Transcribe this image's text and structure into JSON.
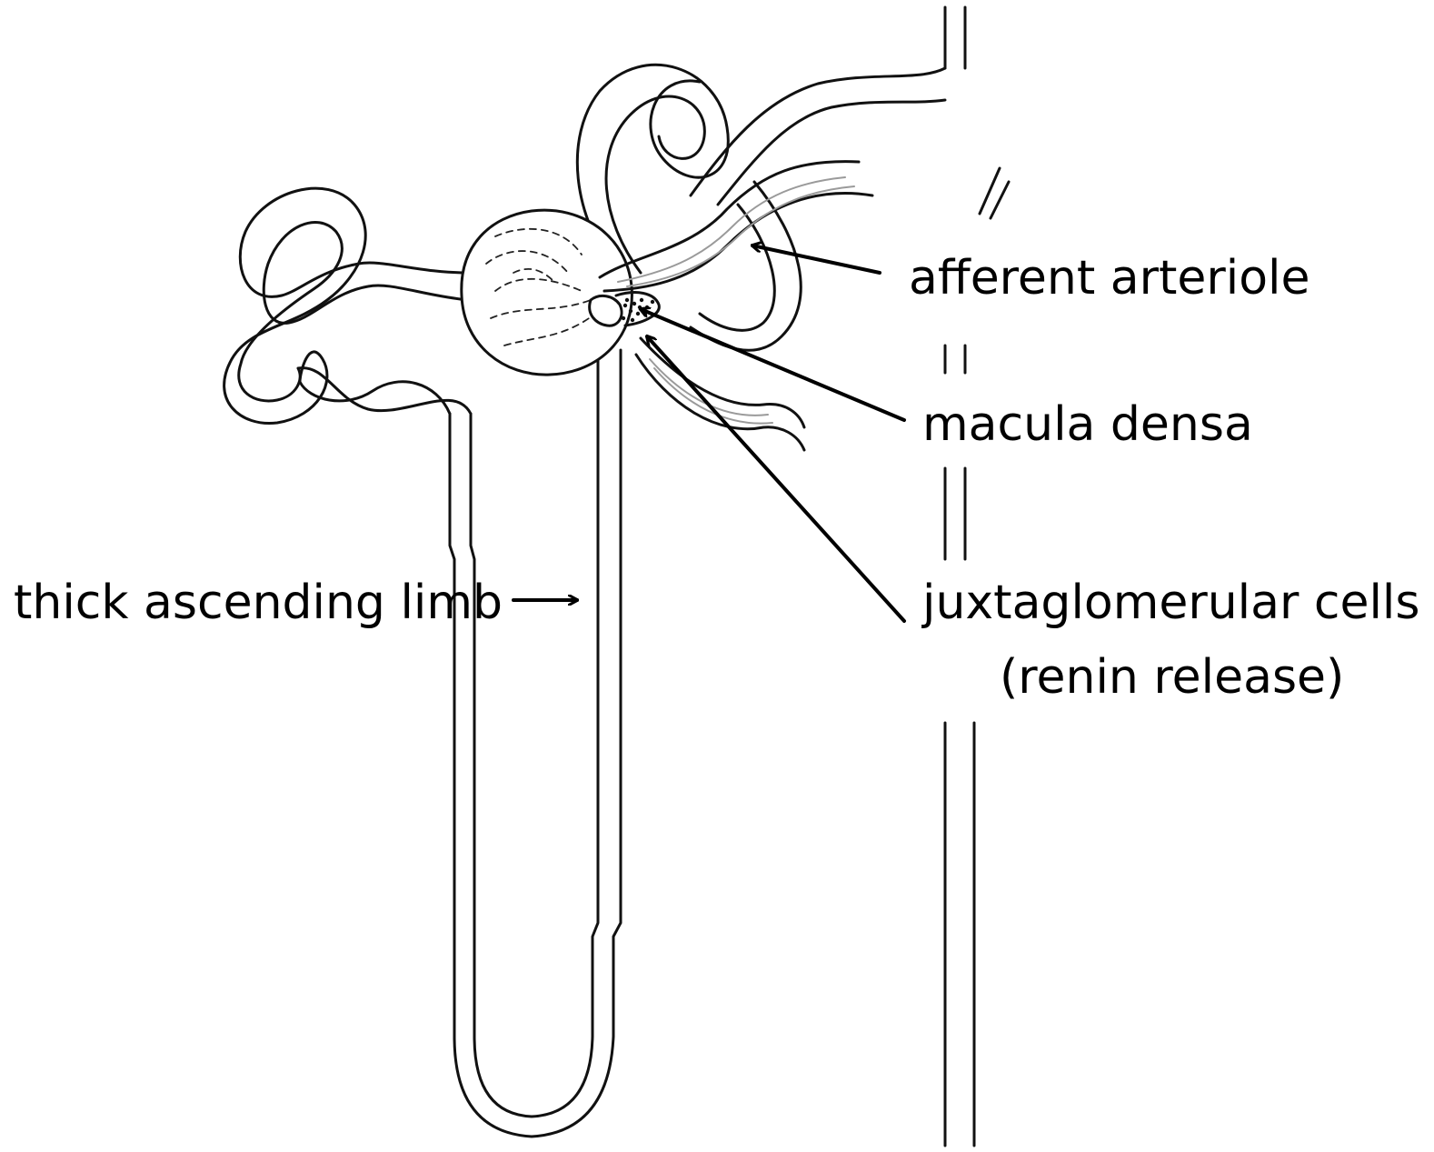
{
  "labels": {
    "afferent_arteriole": "afferent arteriole",
    "macula_densa": "macula densa",
    "thick_ascending_limb": "thick ascending limb",
    "juxtaglomerular_cells": "juxtaglomerular cells",
    "renin_release": "(renin release)"
  },
  "colors": {
    "line": "#111111",
    "shading": "#9a9a9a",
    "background": "#ffffff"
  }
}
